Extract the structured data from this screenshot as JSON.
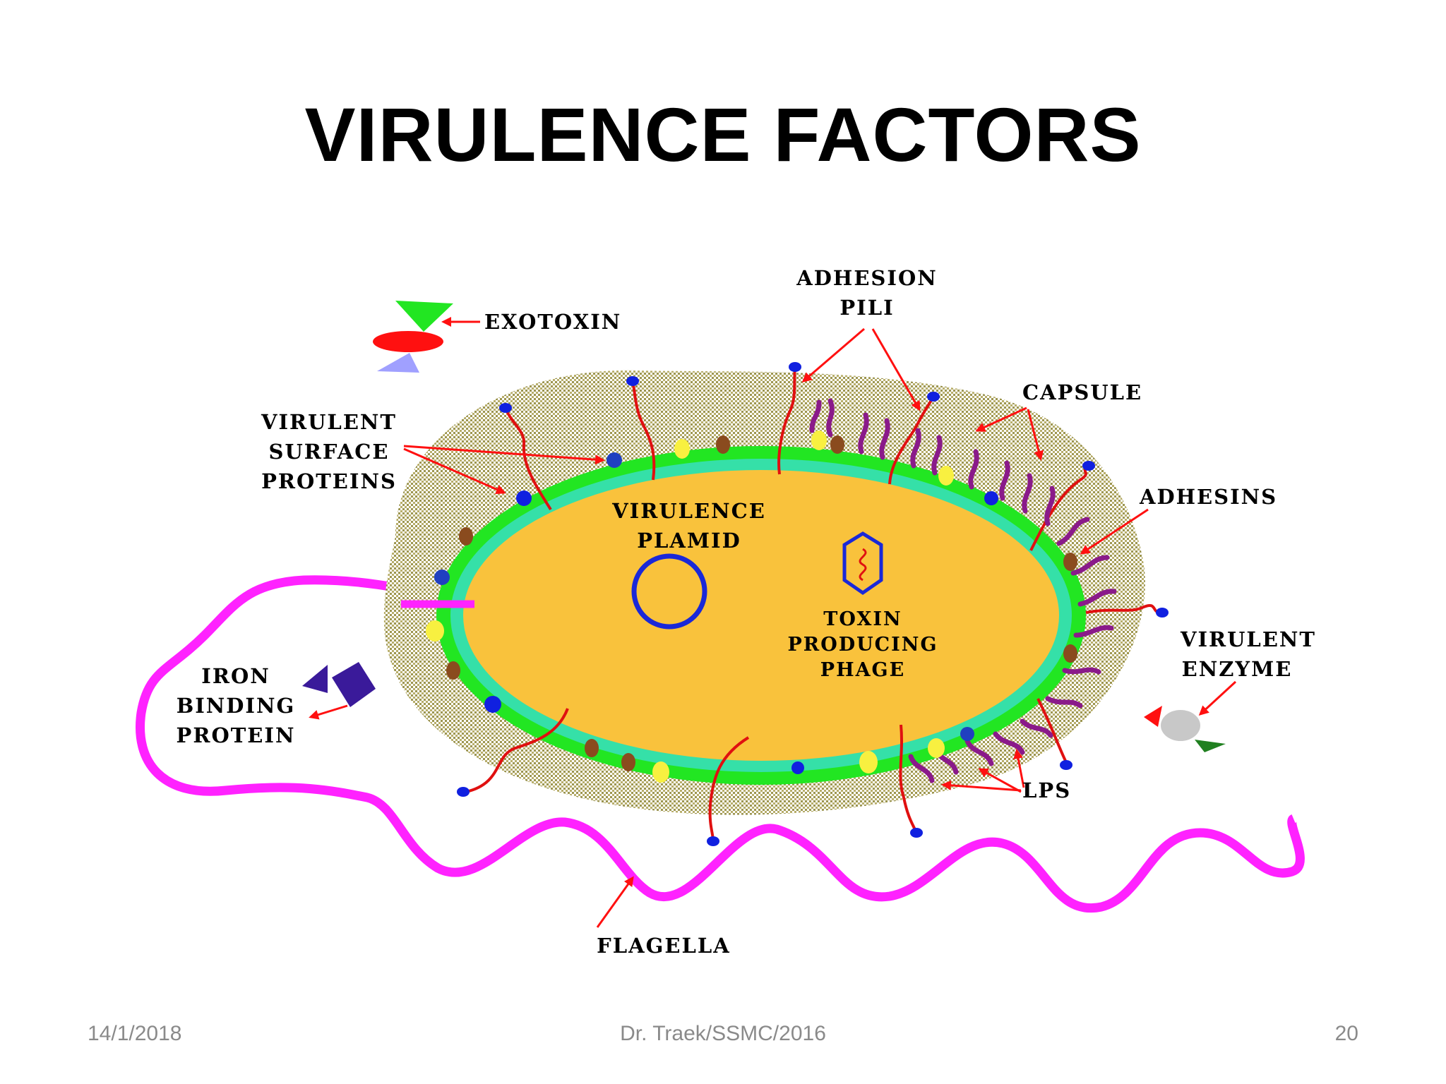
{
  "title": "VIRULENCE FACTORS",
  "labels": {
    "exotoxin": "EXOTOXIN",
    "adhesion_pili": [
      "ADHESION",
      "PILI"
    ],
    "capsule": "CAPSULE",
    "virulent_surface_proteins": [
      "VIRULENT",
      "SURFACE",
      "PROTEINS"
    ],
    "adhesins": "ADHESINS",
    "virulence_plasmid": [
      "VIRULENCE",
      "PLAMID"
    ],
    "toxin_producing_phage": [
      "TOXIN",
      "PRODUCING",
      "PHAGE"
    ],
    "virulent_enzyme": [
      "VIRULENT",
      "ENZYME"
    ],
    "iron_binding_protein": [
      "IRON",
      "BINDING",
      "PROTEIN"
    ],
    "lps": "LPS",
    "flagella": "FLAGELLA"
  },
  "footer": {
    "date": "14/1/2018",
    "author": "Dr. Traek/SSMC/2016",
    "page": "20"
  },
  "colors": {
    "cytoplasm": "#f9c23c",
    "cell_wall": "#22e622",
    "inner_membrane": "#35e0a8",
    "capsule": "#a8a05a",
    "flagella": "#ff22ff",
    "arrow": "#ff1010",
    "pili": "#e01010",
    "pili_tip": "#1020e0",
    "lps": "#8a1a8a",
    "plasmid": "#1a28d8"
  }
}
